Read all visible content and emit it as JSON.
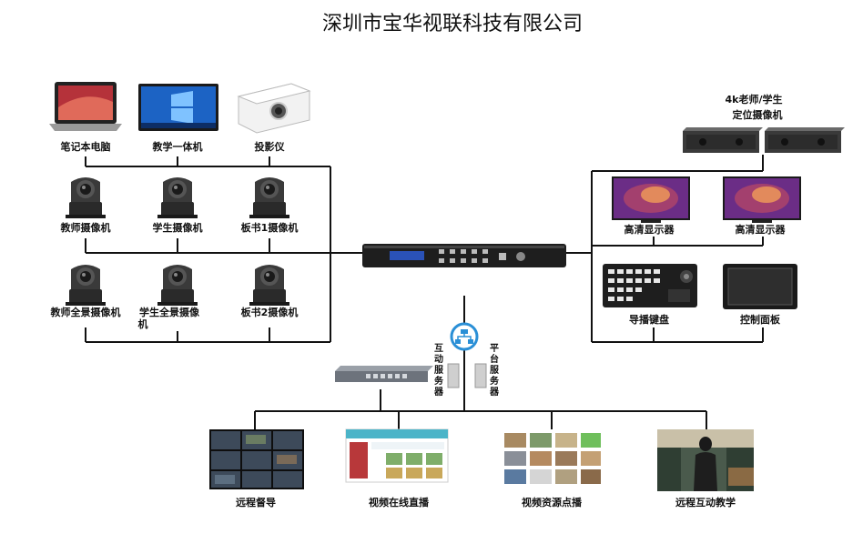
{
  "title": "深圳市宝华视联科技有限公司",
  "devices": {
    "laptop": "笔记本电脑",
    "all_in_one": "教学一体机",
    "projector": "投影仪",
    "teacher_cam": "教师摄像机",
    "student_cam": "学生摄像机",
    "board1_cam": "板书1摄像机",
    "teacher_wide_cam": "教师全景摄像机",
    "student_wide_cam_1": "学生全景摄像",
    "student_wide_cam_2": "机",
    "board2_cam": "板书2摄像机",
    "tracking_cam_1": "4k老师/学生",
    "tracking_cam_2": "定位摄像机",
    "hd_display_1": "高清显示器",
    "hd_display_2": "高清显示器",
    "director_keyboard": "导播键盘",
    "control_panel": "控制面板"
  },
  "servers": {
    "interactive": [
      "互",
      "动",
      "服",
      "务",
      "器"
    ],
    "platform": [
      "平",
      "台",
      "服",
      "务",
      "器"
    ]
  },
  "applications": {
    "remote_supervision": "远程督导",
    "live_stream": "视频在线直播",
    "vod": "视频资源点播",
    "remote_teaching": "远程互动教学"
  },
  "colors": {
    "line": "#111111",
    "switch_blue": "#2a8fd6",
    "screen_blue": "#1c63c4",
    "display_purple": "#a3406e"
  }
}
